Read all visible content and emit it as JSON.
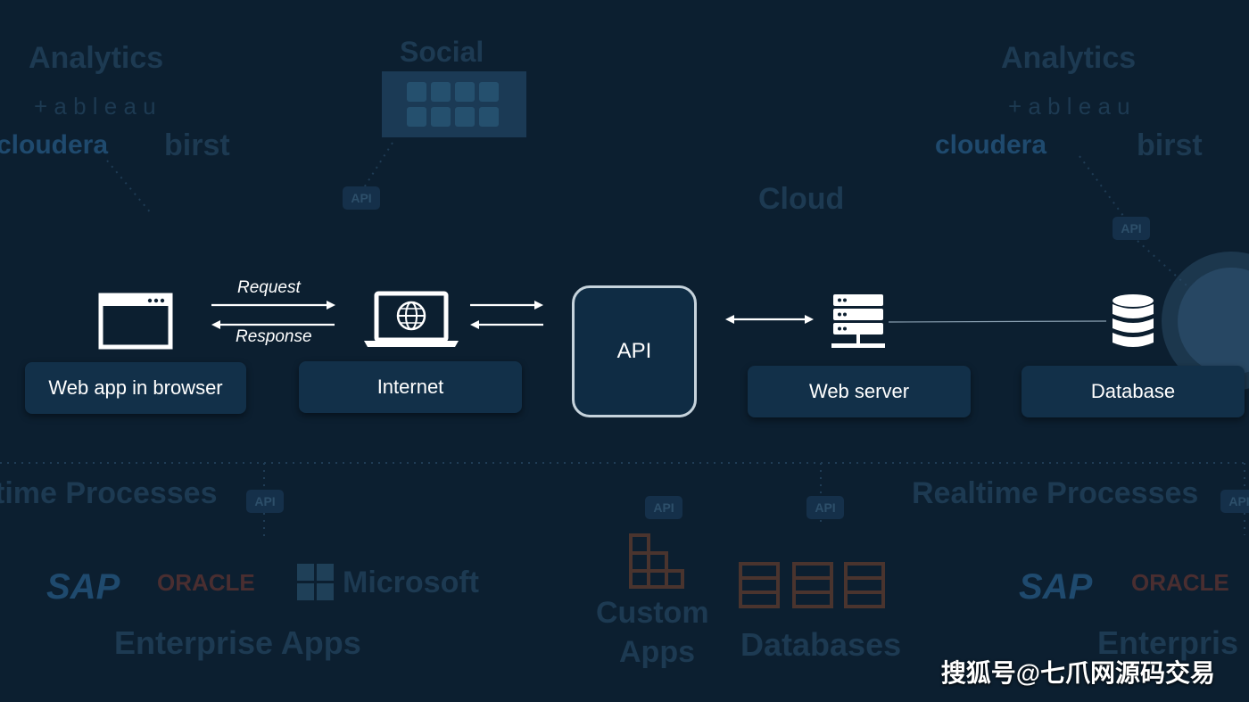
{
  "components": {
    "browser": {
      "label": "Web app in browser",
      "icon": "browser-window-icon"
    },
    "internet": {
      "label": "Internet",
      "icon": "laptop-globe-icon"
    },
    "api": {
      "label": "API"
    },
    "web_server": {
      "label": "Web server",
      "icon": "server-rack-icon"
    },
    "database": {
      "label": "Database",
      "icon": "database-cylinder-icon"
    }
  },
  "arrows": {
    "request": "Request",
    "response": "Response"
  },
  "background": {
    "analytics_left": "Analytics",
    "analytics_right": "Analytics",
    "social": "Social",
    "cloud": "Cloud",
    "tableau_left": "+ a b l e a u",
    "tableau_right": "+ a b l e a u",
    "cloudera_left": "cloudera",
    "cloudera_right": "cloudera",
    "birst_left": "birst",
    "birst_right": "birst",
    "processes_left": "time Processes",
    "processes_right": "Realtime Processes",
    "sap_left": "SAP",
    "sap_right": "SAP",
    "oracle_left": "ORACLE",
    "oracle_right": "ORACLE",
    "microsoft": "Microsoft",
    "enterprise_left": "Enterprise Apps",
    "enterprise_right": "Enterpris",
    "custom_apps_1": "Custom",
    "custom_apps_2": "Apps",
    "databases": "Databases",
    "api_chip": "API"
  },
  "watermark": "搜狐号@七爪网源码交易",
  "colors": {
    "background": "#0c1f30",
    "label_box": "#123049",
    "api_border": "#c6d3dc",
    "faded_text": "#1d3a52",
    "faded_orange": "#5a3a30",
    "white": "#ffffff"
  }
}
